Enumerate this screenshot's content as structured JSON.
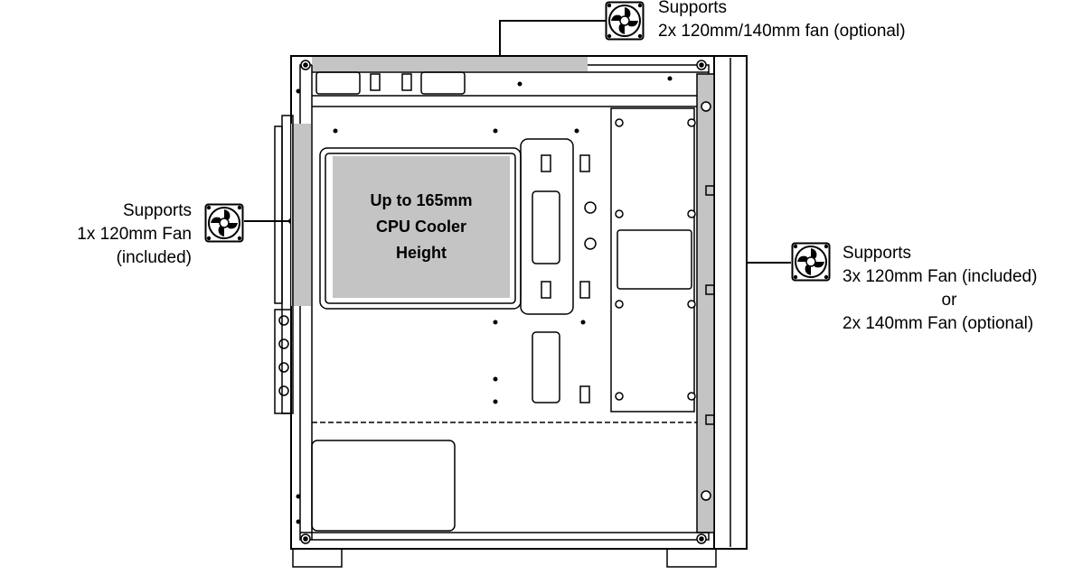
{
  "labels": {
    "top": {
      "line1": "Supports",
      "line2": "2x 120mm/140mm fan (optional)"
    },
    "left": {
      "line1": "Supports",
      "line2": "1x 120mm Fan",
      "line3": "(included)"
    },
    "right": {
      "line1": "Supports",
      "line2": "3x 120mm Fan (included)",
      "line3": "or",
      "line4": "2x 140mm Fan (optional)"
    },
    "cooler": {
      "line1": "Up to 165mm",
      "line2": "CPU Cooler",
      "line3": "Height"
    }
  },
  "icons": [
    "fan-icon",
    "fan-icon",
    "fan-icon"
  ],
  "colors": {
    "highlight": "#c4c4c4",
    "line": "#000000",
    "background": "#ffffff"
  }
}
